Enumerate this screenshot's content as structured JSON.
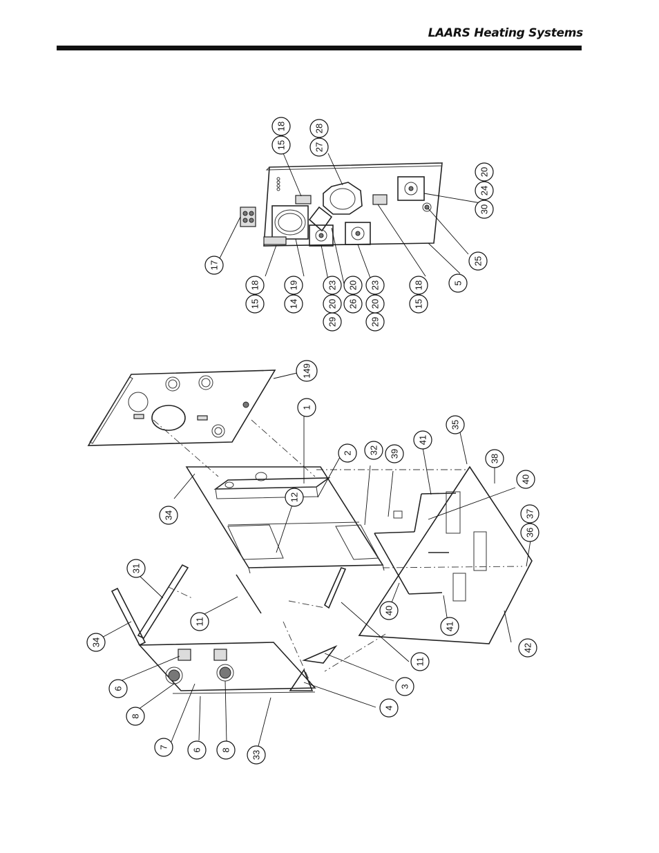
{
  "header": {
    "brand": "LAARS Heating Systems"
  },
  "callouts": [
    {
      "id": "c17",
      "label": "17"
    },
    {
      "id": "c15a",
      "label": "15"
    },
    {
      "id": "c18a",
      "label": "18"
    },
    {
      "id": "c14",
      "label": "14"
    },
    {
      "id": "c19",
      "label": "19"
    },
    {
      "id": "c29a",
      "label": "29"
    },
    {
      "id": "c20a",
      "label": "20"
    },
    {
      "id": "c23a",
      "label": "23"
    },
    {
      "id": "c26",
      "label": "26"
    },
    {
      "id": "c20b",
      "label": "20"
    },
    {
      "id": "c29b",
      "label": "29"
    },
    {
      "id": "c20c",
      "label": "20"
    },
    {
      "id": "c23b",
      "label": "23"
    },
    {
      "id": "c15b",
      "label": "15"
    },
    {
      "id": "c18b",
      "label": "18"
    },
    {
      "id": "c5",
      "label": "5"
    },
    {
      "id": "c25",
      "label": "25"
    },
    {
      "id": "c30",
      "label": "30"
    },
    {
      "id": "c24",
      "label": "24"
    },
    {
      "id": "c20d",
      "label": "20"
    },
    {
      "id": "c27",
      "label": "27"
    },
    {
      "id": "c28",
      "label": "28"
    },
    {
      "id": "c15c",
      "label": "15"
    },
    {
      "id": "c18c",
      "label": "18"
    },
    {
      "id": "c149",
      "label": "149"
    },
    {
      "id": "c1",
      "label": "1"
    },
    {
      "id": "c2",
      "label": "2"
    },
    {
      "id": "c32",
      "label": "32"
    },
    {
      "id": "c39",
      "label": "39"
    },
    {
      "id": "c41a",
      "label": "41"
    },
    {
      "id": "c35",
      "label": "35"
    },
    {
      "id": "c38",
      "label": "38"
    },
    {
      "id": "c40a",
      "label": "40"
    },
    {
      "id": "c37",
      "label": "37"
    },
    {
      "id": "c36",
      "label": "36"
    },
    {
      "id": "c42",
      "label": "42"
    },
    {
      "id": "c41b",
      "label": "41"
    },
    {
      "id": "c40b",
      "label": "40"
    },
    {
      "id": "c11a",
      "label": "11"
    },
    {
      "id": "c3",
      "label": "3"
    },
    {
      "id": "c4",
      "label": "4"
    },
    {
      "id": "c33",
      "label": "33"
    },
    {
      "id": "c8a",
      "label": "8"
    },
    {
      "id": "c6a",
      "label": "6"
    },
    {
      "id": "c7",
      "label": "7"
    },
    {
      "id": "c8b",
      "label": "8"
    },
    {
      "id": "c6b",
      "label": "6"
    },
    {
      "id": "c34a",
      "label": "34"
    },
    {
      "id": "c31",
      "label": "31"
    },
    {
      "id": "c11b",
      "label": "11"
    },
    {
      "id": "c12",
      "label": "12"
    },
    {
      "id": "c34b",
      "label": "34"
    }
  ]
}
